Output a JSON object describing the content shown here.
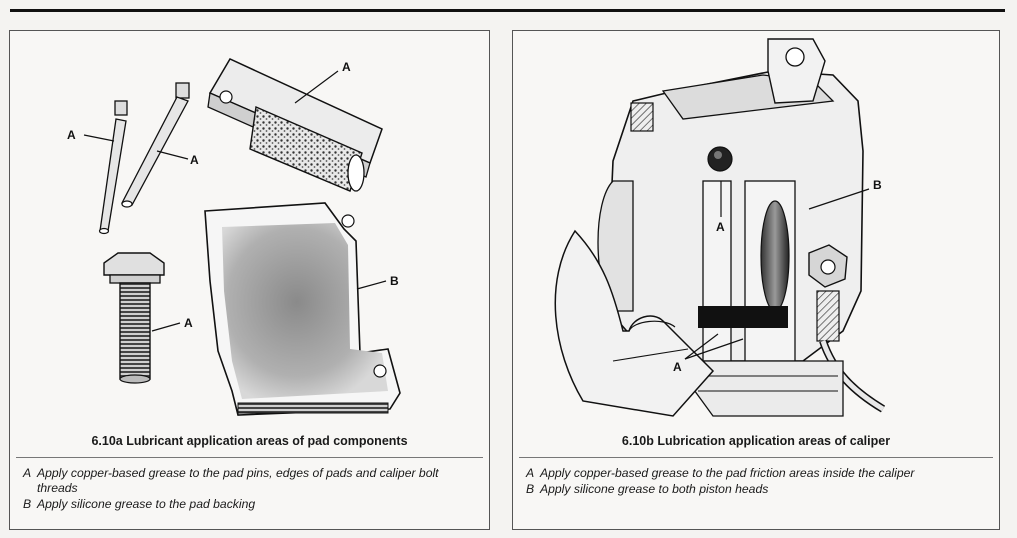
{
  "left_panel": {
    "caption": "6.10a Lubricant application areas of pad components",
    "callouts": {
      "a": "A",
      "b": "B"
    },
    "legend": [
      {
        "key": "A",
        "text": "Apply copper-based grease to the pad pins, edges of pads and caliper bolt threads"
      },
      {
        "key": "B",
        "text": "Apply silicone grease to the pad backing"
      }
    ]
  },
  "right_panel": {
    "caption": "6.10b Lubrication application areas of caliper",
    "callouts": {
      "a": "A",
      "b": "B"
    },
    "legend": [
      {
        "key": "A",
        "text": "Apply copper-based grease to the pad friction areas inside the caliper"
      },
      {
        "key": "B",
        "text": "Apply silicone grease to both piston heads"
      }
    ]
  }
}
